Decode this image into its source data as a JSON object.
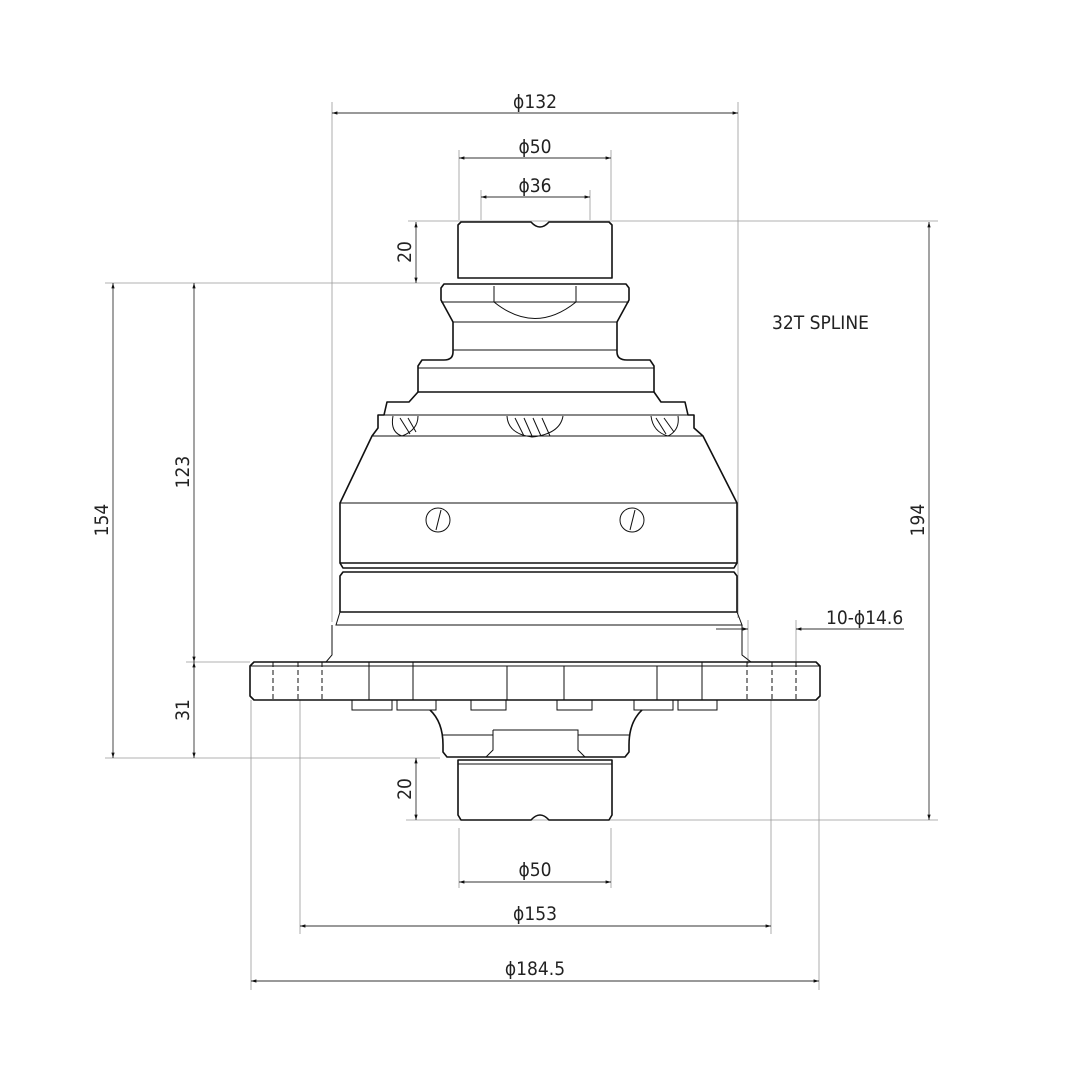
{
  "drawing": {
    "note": "32T SPLINE",
    "dimensions": {
      "top_outer_diameter": "ϕ132",
      "top_shaft_diameter": "ϕ50",
      "top_inner_diameter": "ϕ36",
      "top_shaft_length": "20",
      "overall_height": "194",
      "hub_height": "154",
      "body_height": "123",
      "flange_to_bottom": "31",
      "bottom_shaft_length": "20",
      "bottom_shaft_diameter": "ϕ50",
      "bolt_circle_diameter": "ϕ153",
      "flange_diameter": "ϕ184.5",
      "bolt_holes": "10-ϕ14.6"
    }
  }
}
